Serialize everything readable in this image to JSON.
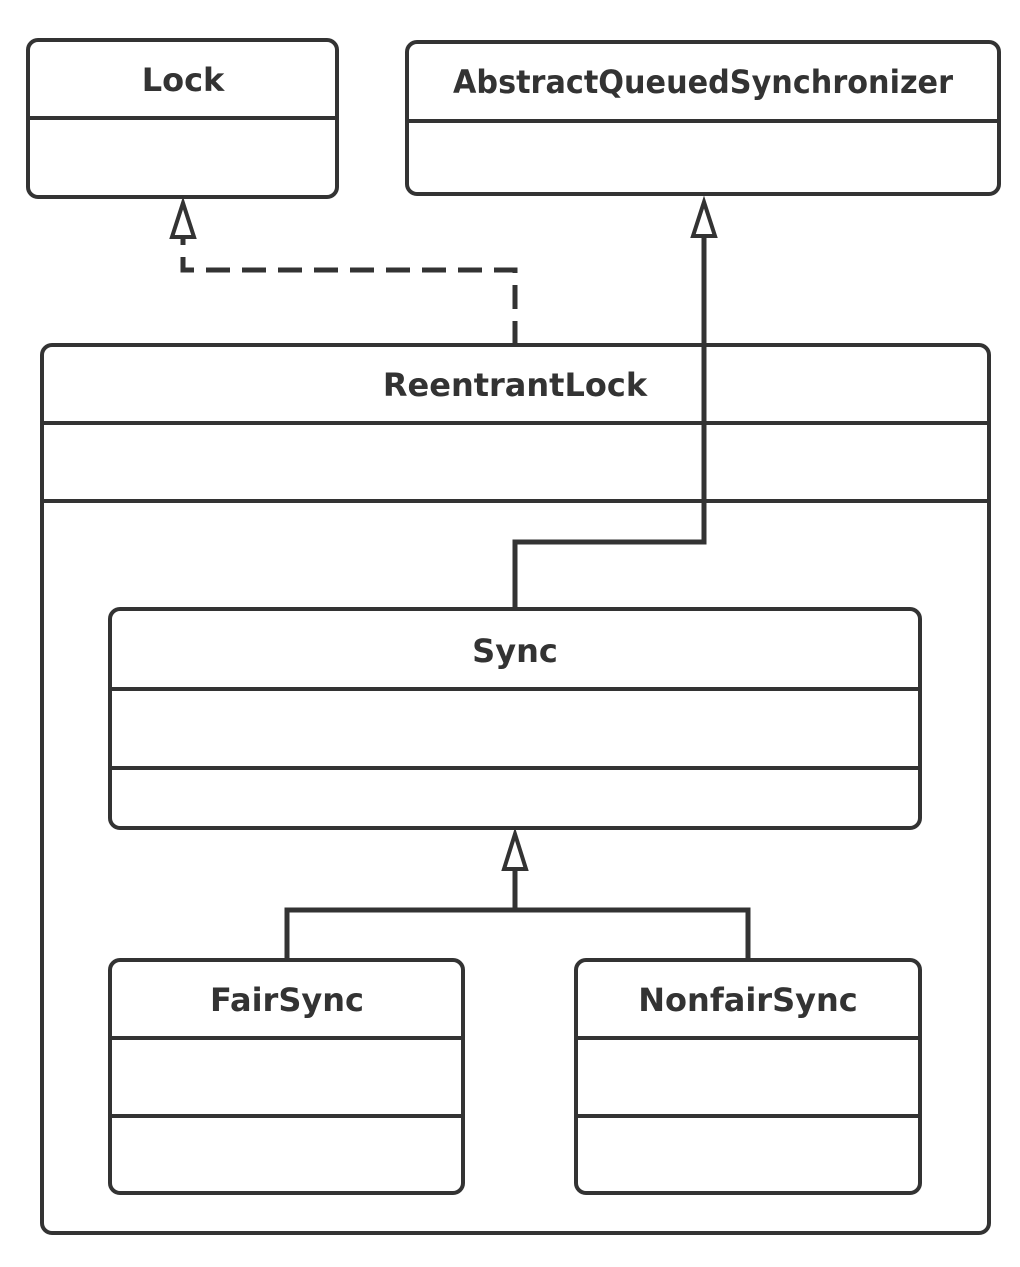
{
  "diagram": {
    "classes": {
      "lock": {
        "name": "Lock"
      },
      "aqs": {
        "name": "AbstractQueuedSynchronizer"
      },
      "reentrant_lock": {
        "name": "ReentrantLock"
      },
      "sync": {
        "name": "Sync"
      },
      "fair_sync": {
        "name": "FairSync"
      },
      "nonfair_sync": {
        "name": "NonfairSync"
      }
    },
    "relationships": [
      {
        "from": "ReentrantLock",
        "to": "Lock",
        "kind": "realization",
        "style": "dashed"
      },
      {
        "from": "Sync",
        "to": "AbstractQueuedSynchronizer",
        "kind": "generalization",
        "style": "solid"
      },
      {
        "from": "FairSync",
        "to": "Sync",
        "kind": "generalization",
        "style": "solid"
      },
      {
        "from": "NonfairSync",
        "to": "Sync",
        "kind": "generalization",
        "style": "solid"
      }
    ],
    "colors": {
      "stroke": "#333333",
      "background": "#ffffff"
    }
  }
}
